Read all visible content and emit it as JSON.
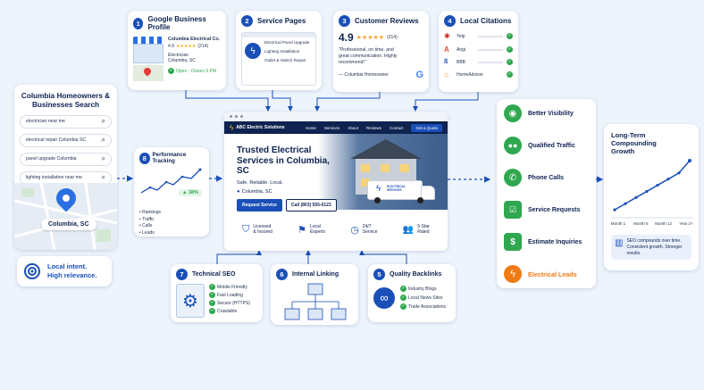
{
  "search_panel": {
    "title": "Columbia Homeowners & Businesses Search",
    "queries": [
      "electrician near me",
      "electrical repair Columbia SC",
      "panel upgrade Columbia",
      "lighting installation near me"
    ],
    "map_label": "Columbia, SC"
  },
  "local_intent": {
    "line1": "Local intent.",
    "line2": "High relevance."
  },
  "gbp": {
    "num": "1",
    "title": "Google Business Profile",
    "name": "Columbia Electrical Co.",
    "rating": "4.9",
    "stars": "★★★★★",
    "count": "(214)",
    "type": "Electrician",
    "city": "Columbia, SC",
    "status": "Open · Closes 5 PM"
  },
  "service_pages": {
    "num": "2",
    "title": "Service Pages",
    "items": [
      "Electrical Panel Upgrade",
      "Lighting Installation",
      "Outlet & Switch Repair"
    ]
  },
  "reviews": {
    "num": "3",
    "title": "Customer Reviews",
    "rating": "4.9",
    "stars": "★★★★★",
    "count": "(214)",
    "quote": "\"Professional, on time, and great communication. Highly recommend!\"",
    "author": "— Columbia Homeowner"
  },
  "citations": {
    "num": "4",
    "title": "Local Citations",
    "items": [
      "Yelp",
      "Angi",
      "BBB",
      "HomeAdvisor"
    ]
  },
  "website": {
    "brand": "ABC Electric Solutions",
    "nav": [
      "Home",
      "Services",
      "About",
      "Reviews",
      "Contact"
    ],
    "cta_nav": "Get a Quote",
    "headline": "Trusted Electrical Services in Columbia, SC",
    "tagline": "Safe. Reliable. Local.",
    "location": "Columbia, SC",
    "btn_request": "Request Service",
    "btn_call": "Call (803) 555-0123",
    "van_text": "ELECTRICAL SERVICES",
    "badges": [
      {
        "line1": "Licensed",
        "line2": "& Insured"
      },
      {
        "line1": "Local",
        "line2": "Experts"
      },
      {
        "line1": "24/7",
        "line2": "Service"
      },
      {
        "line1": "5-Star",
        "line2": "Rated"
      }
    ]
  },
  "tracking": {
    "num": "8",
    "title": "Performance Tracking",
    "growth": "38%",
    "items": [
      "Rankings",
      "Traffic",
      "Calls",
      "Leads"
    ]
  },
  "tech_seo": {
    "num": "7",
    "title": "Technical SEO",
    "items": [
      "Mobile Friendly",
      "Fast Loading",
      "Secure (HTTPS)",
      "Crawlable"
    ]
  },
  "internal_linking": {
    "num": "6",
    "title": "Internal Linking"
  },
  "backlinks": {
    "num": "5",
    "title": "Quality Backlinks",
    "items": [
      "Industry Blogs",
      "Local News Sites",
      "Trade Associations"
    ]
  },
  "outcomes": [
    "Better Visibility",
    "Qualified Traffic",
    "Phone Calls",
    "Service Requests",
    "Estimate Inquiries",
    "Electrical Leads"
  ],
  "growth_chart": {
    "title": "Long-Term Compounding Growth",
    "note": "SEO compounds over time. Consistent growth. Stronger results.",
    "chart_data": {
      "type": "line",
      "categories": [
        "Month 1",
        "Month 6",
        "Month 12",
        "Year 2+"
      ],
      "values": [
        1,
        2,
        3,
        4,
        5,
        6,
        7,
        9
      ]
    }
  },
  "colors": {
    "primary": "#1a4fb8",
    "navy": "#0e2350",
    "green": "#2fa84f",
    "orange": "#f07b14",
    "bg": "#eef4fc"
  }
}
